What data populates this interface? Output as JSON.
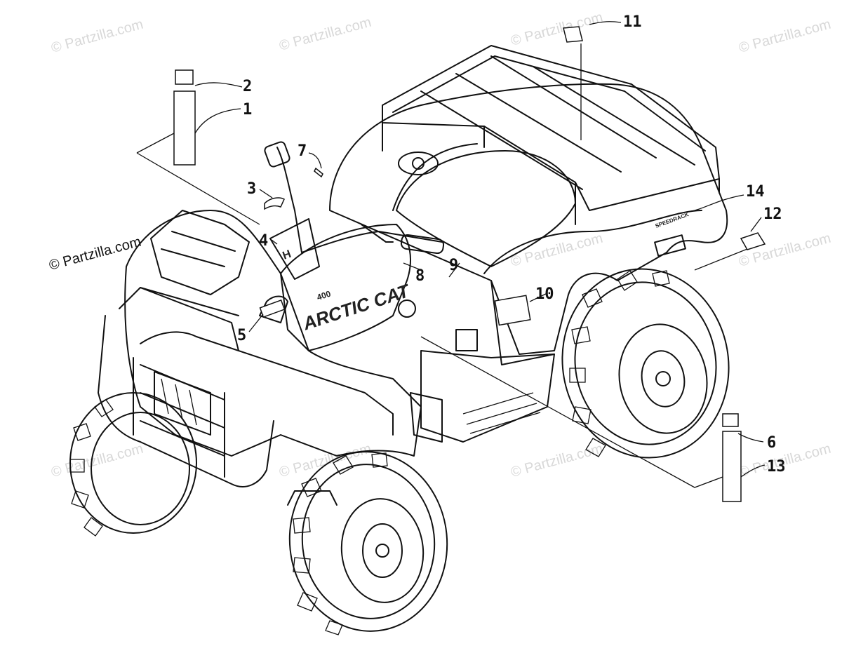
{
  "watermark": "© Partzilla.com",
  "brand_label": "© Partzilla.com",
  "decal_text": {
    "body_logo": "ARCTIC CAT",
    "body_model": "400",
    "rack_decal": "SPEEDRACK"
  },
  "callouts": [
    {
      "label": "1"
    },
    {
      "label": "2"
    },
    {
      "label": "3"
    },
    {
      "label": "4"
    },
    {
      "label": "5"
    },
    {
      "label": "6"
    },
    {
      "label": "7"
    },
    {
      "label": "8"
    },
    {
      "label": "9"
    },
    {
      "label": "10"
    },
    {
      "label": "11"
    },
    {
      "label": "12"
    },
    {
      "label": "13"
    },
    {
      "label": "14"
    }
  ]
}
